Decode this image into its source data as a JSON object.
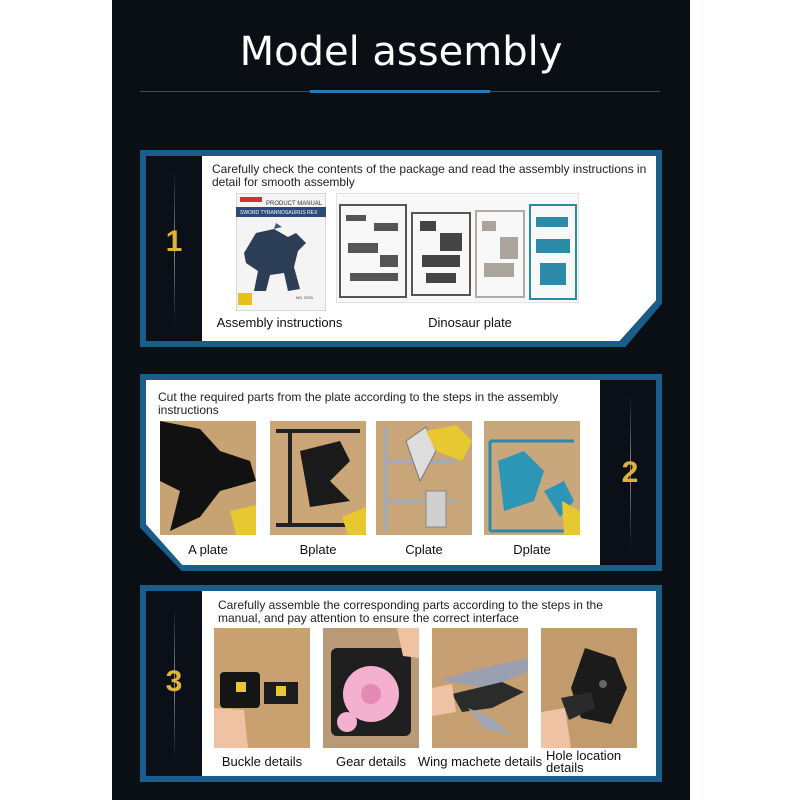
{
  "page": {
    "title": "Model assembly"
  },
  "steps": [
    {
      "number": "1",
      "description": "Carefully check the contents of the package and read the assembly instructions in detail for smooth assembly",
      "manual": {
        "header": "PRODUCT MANUAL",
        "subtitle": "SWORD TYRANNOSAURUS REX",
        "code": "NO. 5701"
      },
      "captions": [
        "Assembly instructions",
        "Dinosaur plate"
      ]
    },
    {
      "number": "2",
      "description": "Cut the required parts from the plate according to the steps in the  assembly instructions",
      "captions": [
        "A plate",
        "Bplate",
        "Cplate",
        "Dplate"
      ]
    },
    {
      "number": "3",
      "description": "Carefully assemble the corresponding parts according to the steps in the manual, and pay attention to ensure the correct interface",
      "captions": [
        "Buckle details",
        "Gear details",
        "Wing machete details",
        "Hole location details"
      ]
    }
  ],
  "colors": {
    "frame": "#1a5d8a",
    "number": "#e0b23a",
    "accent": "#2a79b2"
  }
}
